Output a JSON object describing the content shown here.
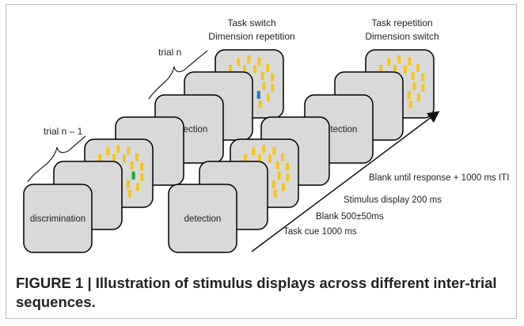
{
  "figure": {
    "trial_prev_label": "trial n – 1",
    "trial_curr_label": "trial n",
    "group1_heading": [
      "Task switch",
      "Dimension repetition"
    ],
    "group2_heading": [
      "Task repetition",
      "Dimension switch"
    ],
    "group1_first_card_label": "discrimination",
    "group1_top_card_label": "detection",
    "group2_first_card_label": "detection",
    "group2_top_card_label": "detection",
    "timeline_labels": [
      "Task cue 1000 ms",
      "Blank 500±50ms",
      "Stimulus display 200 ms",
      "Blank until response + 1000 ms ITI"
    ],
    "colors": {
      "card_fill": "#d9d9d9",
      "card_stroke": "#000000",
      "distractor": "#f5c518",
      "target_prev": "#1aaa3c",
      "target_curr_group1": "#1f77d4",
      "target_curr_group2": "#1fa0e0"
    }
  },
  "caption": {
    "text": "FIGURE 1 | Illustration of stimulus displays across different inter-trial sequences."
  }
}
